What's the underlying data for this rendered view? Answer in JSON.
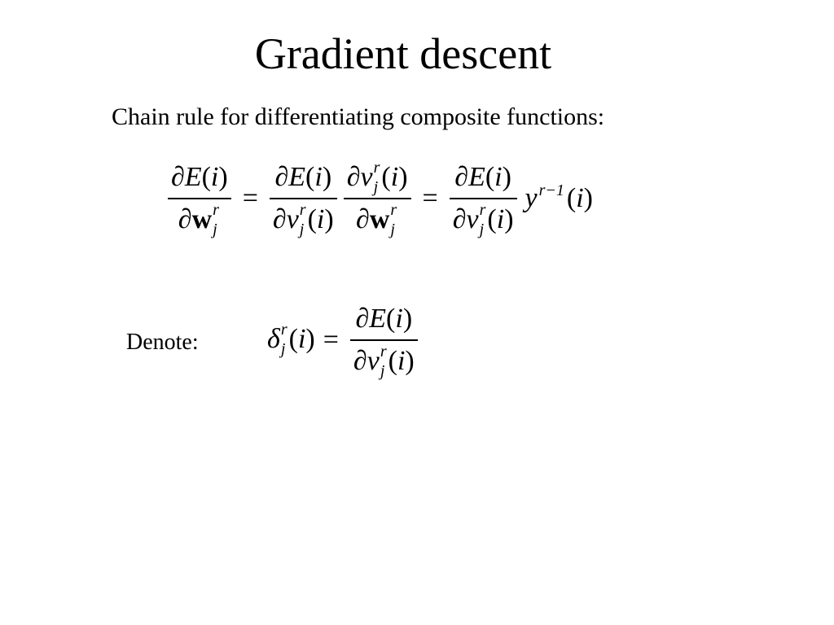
{
  "slide": {
    "title": "Gradient descent",
    "intro": "Chain rule for differentiating composite functions:",
    "denote_label": "Denote:"
  },
  "math": {
    "partial": "∂",
    "E": "E",
    "i": "i",
    "v": "v",
    "w": "w",
    "y": "y",
    "delta": "δ",
    "r": "r",
    "j": "j",
    "r_minus_1": "r−1",
    "open": "(",
    "close": ")",
    "equals": "="
  }
}
